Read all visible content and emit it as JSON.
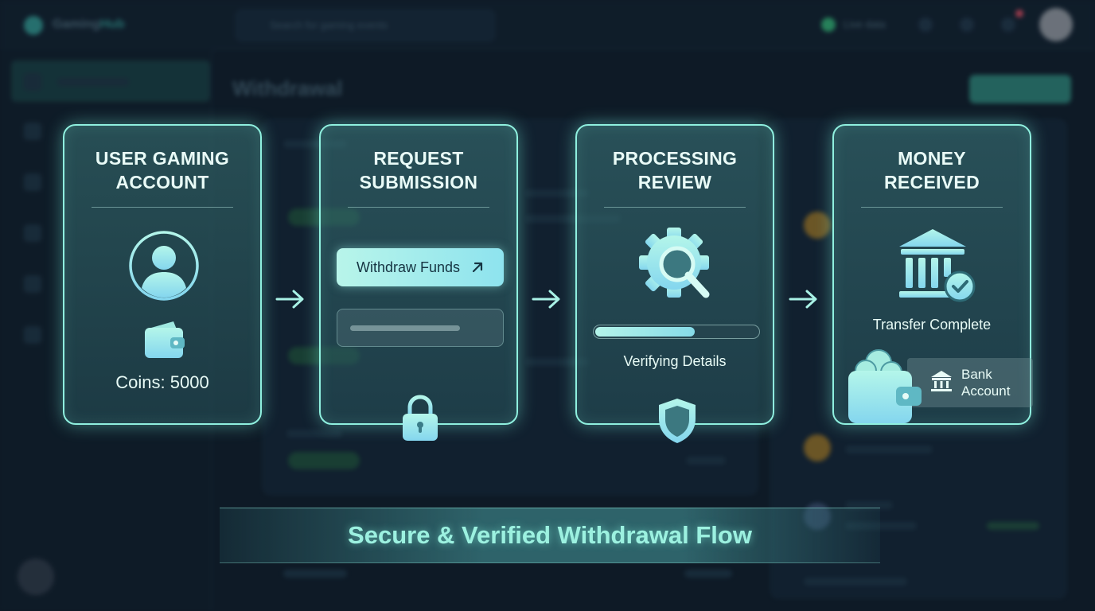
{
  "background": {
    "brand_prefix": "Gaming",
    "brand_suffix": "Hub",
    "search_placeholder": "Search for gaming events",
    "online_status": "Live data",
    "page_heading": "Withdrawal"
  },
  "flow": {
    "steps": [
      {
        "title_line1": "USER GAMING",
        "title_line2": "ACCOUNT",
        "icon": "user-icon",
        "sub_icon": "wallet-icon",
        "caption": "Coins: 5000"
      },
      {
        "title_line1": "REQUEST",
        "title_line2": "SUBMISSION",
        "button_label": "Withdraw Funds",
        "button_icon": "arrow-up-right-icon",
        "badge_icon": "lock-icon"
      },
      {
        "title_line1": "PROCESSING",
        "title_line2": "REVIEW",
        "icon": "gear-magnifier-icon",
        "progress": 0.62,
        "caption": "Verifying Details",
        "badge_icon": "shield-icon"
      },
      {
        "title_line1": "MONEY",
        "title_line2": "RECEIVED",
        "icon": "bank-check-icon",
        "caption": "Transfer Complete",
        "wallet_icon": "wallet-coins-icon",
        "account_label_line1": "Bank",
        "account_label_line2": "Account"
      }
    ],
    "connector_icon": "arrow-right-icon",
    "banner": "Secure & Verified Withdrawal Flow"
  },
  "colors": {
    "accent": "#8ff0df",
    "card_fill": "#3c787a",
    "icon_gradient_start": "#a6f3e6",
    "icon_gradient_end": "#86d8f0",
    "page_bg": "#0e1a26"
  }
}
